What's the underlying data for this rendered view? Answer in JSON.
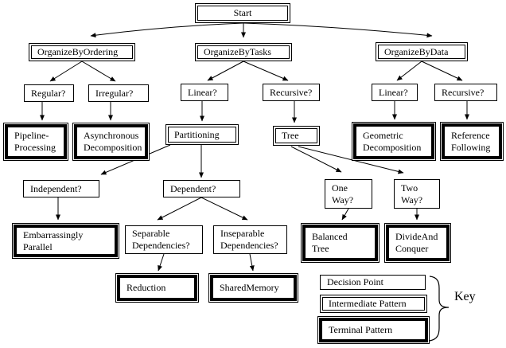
{
  "colors": {
    "ink": "#000000",
    "paper": "#ffffff"
  },
  "nodes": {
    "start": {
      "label": "Start"
    },
    "organize_by_ordering": {
      "label": "OrganizeByOrdering"
    },
    "organize_by_tasks": {
      "label": "OrganizeByTasks"
    },
    "organize_by_data": {
      "label": "OrganizeByData"
    },
    "regular": {
      "label": "Regular?"
    },
    "irregular": {
      "label": "Irregular?"
    },
    "linear_tasks": {
      "label": "Linear?"
    },
    "recursive_tasks": {
      "label": "Recursive?"
    },
    "linear_data": {
      "label": "Linear?"
    },
    "recursive_data": {
      "label": "Recursive?"
    },
    "pipeline": {
      "line1": "Pipeline-",
      "line2": "Processing"
    },
    "asynchronous": {
      "line1": "Asynchronous",
      "line2": "Decomposition"
    },
    "partitioning": {
      "label": "Partitioning"
    },
    "tree": {
      "label": "Tree"
    },
    "geometric": {
      "line1": "Geometric",
      "line2": "Decomposition"
    },
    "reference": {
      "line1": "Reference",
      "line2": "Following"
    },
    "independent": {
      "label": "Independent?"
    },
    "dependent": {
      "label": "Dependent?"
    },
    "one_way": {
      "line1": "One",
      "line2": "Way?"
    },
    "two_way": {
      "line1": "Two",
      "line2": "Way?"
    },
    "embarrassingly": {
      "line1": "Embarrassingly",
      "line2": "Parallel"
    },
    "separable": {
      "line1": "Separable",
      "line2": "Dependencies?"
    },
    "inseparable": {
      "line1": "Inseparable",
      "line2": "Dependencies?"
    },
    "balanced": {
      "line1": "Balanced",
      "line2": "Tree"
    },
    "divide_and_conquer": {
      "line1": "DivideAnd",
      "line2": "Conquer"
    },
    "reduction": {
      "label": "Reduction"
    },
    "shared_memory": {
      "label": "SharedMemory"
    }
  },
  "key": {
    "decision": "Decision Point",
    "intermediate": "Intermediate Pattern",
    "terminal": "Terminal Pattern",
    "label": "Key"
  }
}
